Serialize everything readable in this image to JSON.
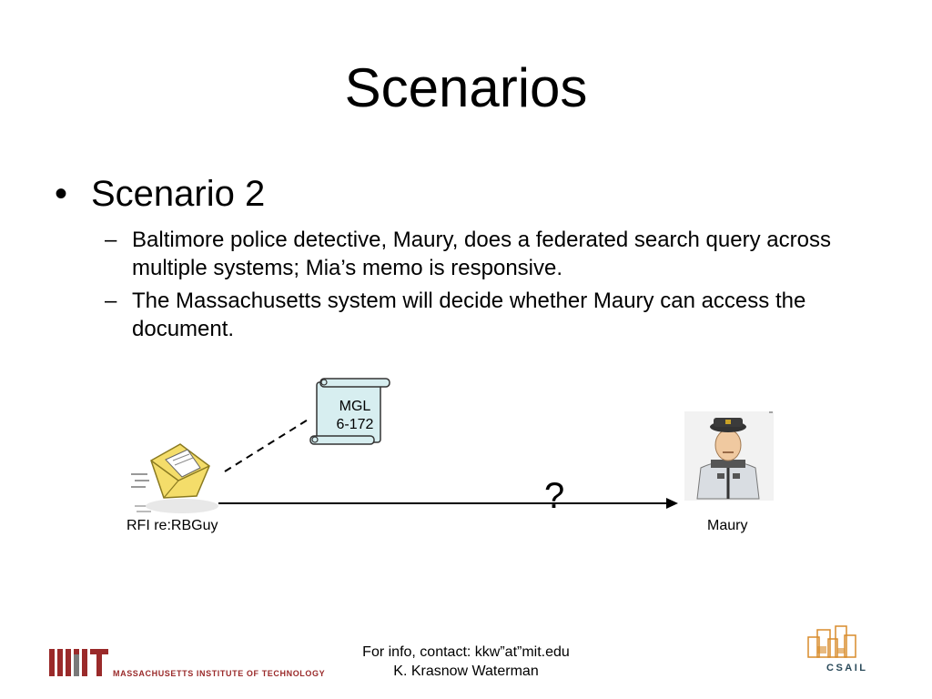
{
  "slide": {
    "title": "Scenarios",
    "bullet": {
      "symbol": "•",
      "text": "Scenario 2"
    },
    "sub_bullets": [
      {
        "dash": "–",
        "text": "Baltimore police detective, Maury, does a federated search query across multiple systems; Mia’s memo is responsive."
      },
      {
        "dash": "–",
        "text": "The Massachusetts system will decide whether Maury can access the document."
      }
    ]
  },
  "diagram": {
    "scroll_label_line1": "MGL",
    "scroll_label_line2": "6-172",
    "source_label": "RFI re:RBGuy",
    "target_label": "Maury",
    "question_mark": "?",
    "icons": {
      "source": "envelope-letter-icon",
      "target": "police-officer-icon",
      "law": "scroll-icon"
    },
    "colors": {
      "scroll_fill": "#d7eef0",
      "envelope_fill": "#f4dd6a"
    }
  },
  "footer": {
    "contact_line": "For info, contact: kkw”at”mit.edu",
    "author_line": "K. Krasnow Waterman",
    "mit_text": "MASSACHUSETTS INSTITUTE OF TECHNOLOGY",
    "csail_text": "CSAIL",
    "colors": {
      "mit_red": "#9a2a2a",
      "csail_orange": "#d98c2b"
    }
  }
}
